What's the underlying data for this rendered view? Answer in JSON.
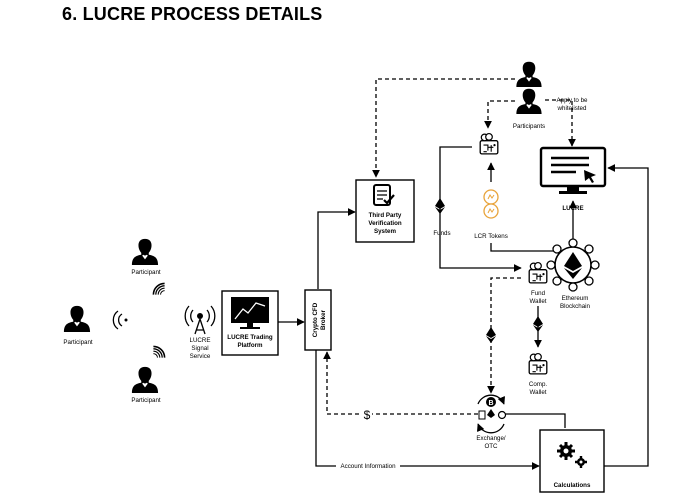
{
  "heading": "6.  LUCRE PROCESS DETAILS",
  "participants": {
    "participant_top": "Participant",
    "participant_left": "Participant",
    "participant_bottom": "Participant",
    "participants_group": "Participants"
  },
  "signal_service": [
    "LUCRE",
    "Signal",
    "Service"
  ],
  "trading_platform": [
    "LUCRE Trading",
    "Platform"
  ],
  "broker": [
    "Crypto CFD",
    "Broker"
  ],
  "verification": [
    "Third Party",
    "Verification",
    "System"
  ],
  "whitelist": [
    "Apply to be",
    "whitelisted"
  ],
  "lucre_label": "LUCRE",
  "funds_label": "Funds",
  "lcr_tokens_label": "LCR Tokens",
  "fund_wallet": [
    "Fund",
    "Wallet"
  ],
  "ethereum_blockchain": [
    "Ethereum",
    "Blockchain"
  ],
  "comp_wallet": [
    "Comp.",
    "Wallet"
  ],
  "exchange": [
    "Exchange/",
    "OTC"
  ],
  "dollar_sign": "$",
  "account_information": "Account Information",
  "calculations": "Calculations",
  "colors": {
    "ink": "#000000",
    "token_gold": "#e8a33a",
    "background": "#ffffff"
  }
}
